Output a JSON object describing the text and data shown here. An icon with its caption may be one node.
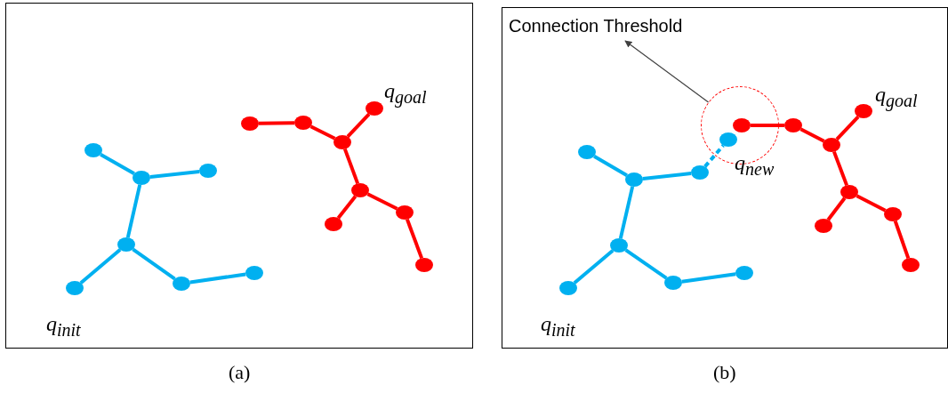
{
  "diagram": {
    "nodes": [
      {
        "text": [],
        "shape": "box",
        "beside": [
          "(a)"
        ]
      },
      {
        "text": [],
        "shape": "circle",
        "in": 0
      },
      {
        "text": [],
        "shape": "circle",
        "in": 0
      },
      {
        "text": [],
        "shape": "circle",
        "in": 0
      },
      {
        "text": [],
        "shape": "circle",
        "in": 0
      },
      {
        "text": [],
        "shape": "circle",
        "in": 0,
        "beside": [
          "q$_{init}$"
        ]
      },
      {
        "text": [],
        "shape": "circle",
        "in": 0
      },
      {
        "text": [],
        "shape": "circle",
        "in": 0
      },
      {
        "text": [],
        "shape": "circle",
        "in": 0
      },
      {
        "text": [],
        "shape": "circle",
        "in": 0
      },
      {
        "text": [],
        "shape": "circle",
        "in": 0
      },
      {
        "text": [],
        "shape": "circle",
        "in": 0,
        "beside": [
          "q$_{goal}$"
        ]
      },
      {
        "text": [],
        "shape": "circle",
        "in": 0
      },
      {
        "text": [],
        "shape": "circle",
        "in": 0
      },
      {
        "text": [],
        "shape": "circle",
        "in": 0
      },
      {
        "text": [],
        "shape": "circle",
        "in": 0
      },
      {
        "text": [],
        "shape": "box",
        "beside": [
          "(b)"
        ]
      },
      {
        "text": [
          "Connection Threshold"
        ],
        "in": 16
      },
      {
        "text": [],
        "shape": "circle",
        "in": 16
      },
      {
        "text": [],
        "shape": "circle",
        "in": 16
      },
      {
        "text": [],
        "shape": "circle",
        "in": 16
      },
      {
        "text": [],
        "shape": "circle",
        "in": 16
      },
      {
        "text": [],
        "shape": "circle",
        "in": 16
      },
      {
        "text": [],
        "shape": "circle",
        "in": 16,
        "beside": [
          "q$_{init}$"
        ]
      },
      {
        "text": [],
        "shape": "circle",
        "in": 16
      },
      {
        "text": [],
        "shape": "circle",
        "in": 16
      },
      {
        "text": [],
        "shape": "circle",
        "in": 18,
        "beside": [
          "q$_{new}$"
        ]
      },
      {
        "text": [],
        "shape": "circle",
        "in": 18
      },
      {
        "text": [],
        "shape": "circle",
        "in": 16
      },
      {
        "text": [],
        "shape": "circle",
        "in": 16
      },
      {
        "text": [],
        "shape": "circle",
        "in": 16,
        "beside": [
          "q$_{goal}$"
        ]
      },
      {
        "text": [],
        "shape": "circle",
        "in": 16
      },
      {
        "text": [],
        "shape": "circle",
        "in": 16
      },
      {
        "text": [],
        "shape": "circle",
        "in": 16
      },
      {
        "text": [],
        "shape": "circle",
        "in": 16
      }
    ],
    "edges": [
      {
        "from": 1,
        "to": 2,
        "arrow": "none",
        "color": "#00b0f0"
      },
      {
        "from": 2,
        "to": 3,
        "arrow": "none",
        "color": "#00b0f0"
      },
      {
        "from": 2,
        "to": 4,
        "arrow": "none",
        "color": "#00b0f0"
      },
      {
        "from": 4,
        "to": 5,
        "arrow": "none",
        "color": "#00b0f0"
      },
      {
        "from": 4,
        "to": 6,
        "arrow": "none",
        "color": "#00b0f0"
      },
      {
        "from": 6,
        "to": 7,
        "arrow": "none",
        "color": "#00b0f0"
      },
      {
        "from": 8,
        "to": 9,
        "arrow": "none",
        "color": "#ff0000"
      },
      {
        "from": 9,
        "to": 10,
        "arrow": "none",
        "color": "#ff0000"
      },
      {
        "from": 10,
        "to": 11,
        "arrow": "none",
        "color": "#ff0000"
      },
      {
        "from": 10,
        "to": 12,
        "arrow": "none",
        "color": "#ff0000"
      },
      {
        "from": 12,
        "to": 13,
        "arrow": "none",
        "color": "#ff0000"
      },
      {
        "from": 12,
        "to": 14,
        "arrow": "none",
        "color": "#ff0000"
      },
      {
        "from": 14,
        "to": 15,
        "arrow": "none",
        "color": "#ff0000"
      },
      {
        "from": 18,
        "to": 17,
        "arrow": "to",
        "color": "#404040"
      },
      {
        "from": 19,
        "to": 20,
        "arrow": "none",
        "color": "#00b0f0"
      },
      {
        "from": 20,
        "to": 21,
        "arrow": "none",
        "color": "#00b0f0"
      },
      {
        "from": 20,
        "to": 22,
        "arrow": "none",
        "color": "#00b0f0"
      },
      {
        "from": 22,
        "to": 23,
        "arrow": "none",
        "color": "#00b0f0"
      },
      {
        "from": 22,
        "to": 24,
        "arrow": "none",
        "color": "#00b0f0"
      },
      {
        "from": 24,
        "to": 25,
        "arrow": "none",
        "color": "#00b0f0"
      },
      {
        "from": 21,
        "to": 26,
        "arrow": "none",
        "style": "dashed",
        "color": "#00b0f0"
      },
      {
        "from": 27,
        "to": 28,
        "arrow": "none",
        "color": "#ff0000"
      },
      {
        "from": 28,
        "to": 29,
        "arrow": "none",
        "color": "#ff0000"
      },
      {
        "from": 29,
        "to": 30,
        "arrow": "none",
        "color": "#ff0000"
      },
      {
        "from": 29,
        "to": 31,
        "arrow": "none",
        "color": "#ff0000"
      },
      {
        "from": 31,
        "to": 32,
        "arrow": "none",
        "color": "#ff0000"
      },
      {
        "from": 31,
        "to": 33,
        "arrow": "none",
        "color": "#ff0000"
      },
      {
        "from": 33,
        "to": 34,
        "arrow": "none",
        "color": "#ff0000"
      }
    ]
  }
}
